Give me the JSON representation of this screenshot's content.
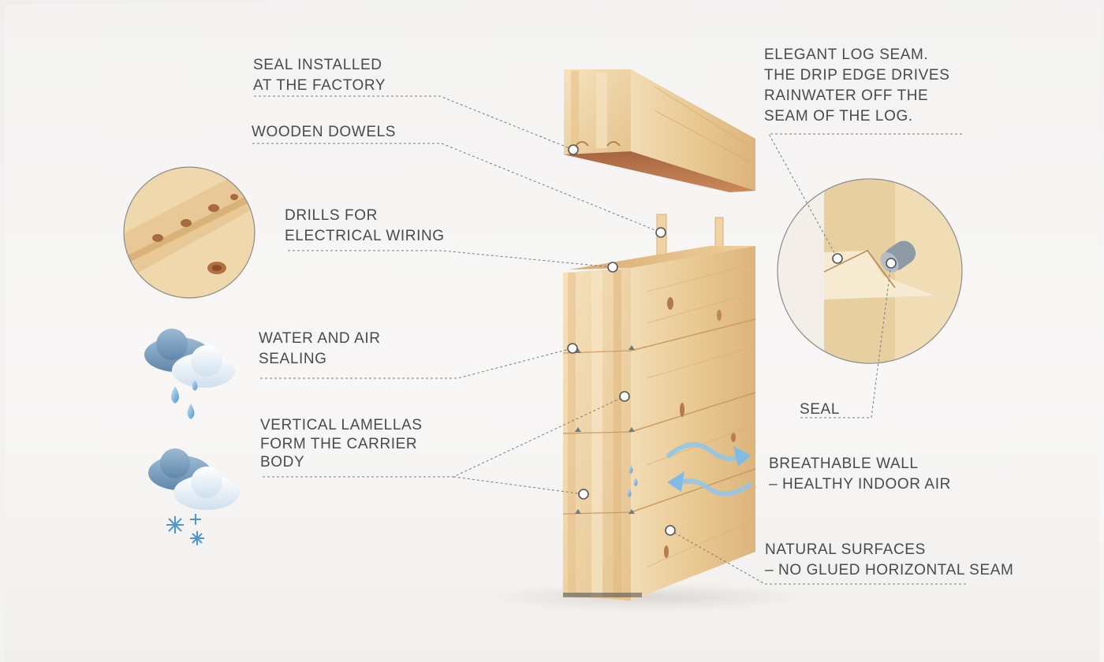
{
  "labels": {
    "seal_factory": [
      "SEAL INSTALLED",
      "AT THE FACTORY"
    ],
    "wooden_dowels": [
      "WOODEN DOWELS"
    ],
    "drills": [
      "DRILLS FOR",
      "ELECTRICAL WIRING"
    ],
    "water_air": [
      "WATER AND AIR",
      "SEALING"
    ],
    "vertical_lamellas": [
      "VERTICAL LAMELLAS",
      "FORM THE CARRIER",
      "BODY"
    ],
    "elegant_seam": [
      "ELEGANT LOG SEAM.",
      "THE DRIP EDGE DRIVES",
      "RAINWATER OFF THE",
      "SEAM OF THE LOG."
    ],
    "seal": [
      "SEAL"
    ],
    "breathable": [
      "BREATHABLE WALL",
      "– HEALTHY INDOOR AIR"
    ],
    "natural": [
      "NATURAL SURFACES",
      "– NO GLUED HORIZONTAL SEAM"
    ]
  },
  "colors": {
    "text": "#4a4a4a",
    "leader": "#777777",
    "wood_light": "#f0d7ae",
    "wood_mid": "#e2bd86",
    "wood_dark": "#b9895a",
    "air_arrow": "#8ec3e6",
    "seal_gray": "#9aa6b0"
  },
  "icons": [
    "rain-cloud-icon",
    "snow-cloud-icon",
    "air-flow-arrows-icon",
    "water-drops-icon"
  ]
}
